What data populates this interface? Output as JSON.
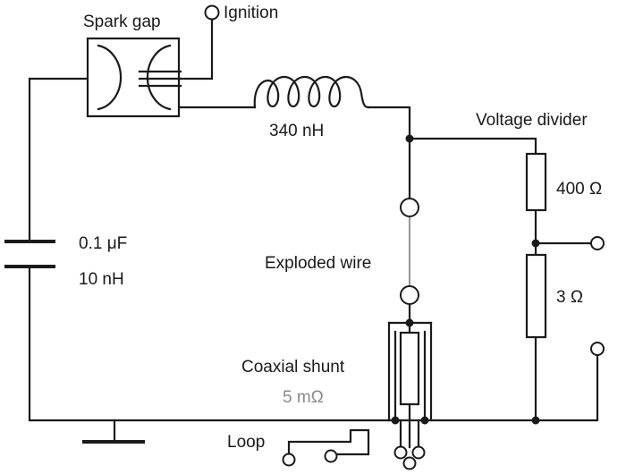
{
  "labels": {
    "spark_gap": "Spark gap",
    "ignition": "Ignition",
    "inductor": "340 nH",
    "voltage_divider": "Voltage divider",
    "r_upper": "400 Ω",
    "r_lower": "3 Ω",
    "capacitance": "0.1 μF",
    "cap_inductance": "10 nH",
    "exploded_wire": "Exploded wire",
    "coaxial_shunt": "Coaxial shunt",
    "shunt_value": "5 mΩ",
    "loop": "Loop"
  },
  "colors": {
    "line": "#1a1a1a",
    "exploded_wire": "#9a9a9a",
    "shunt_value_text": "#8a8a8a"
  }
}
